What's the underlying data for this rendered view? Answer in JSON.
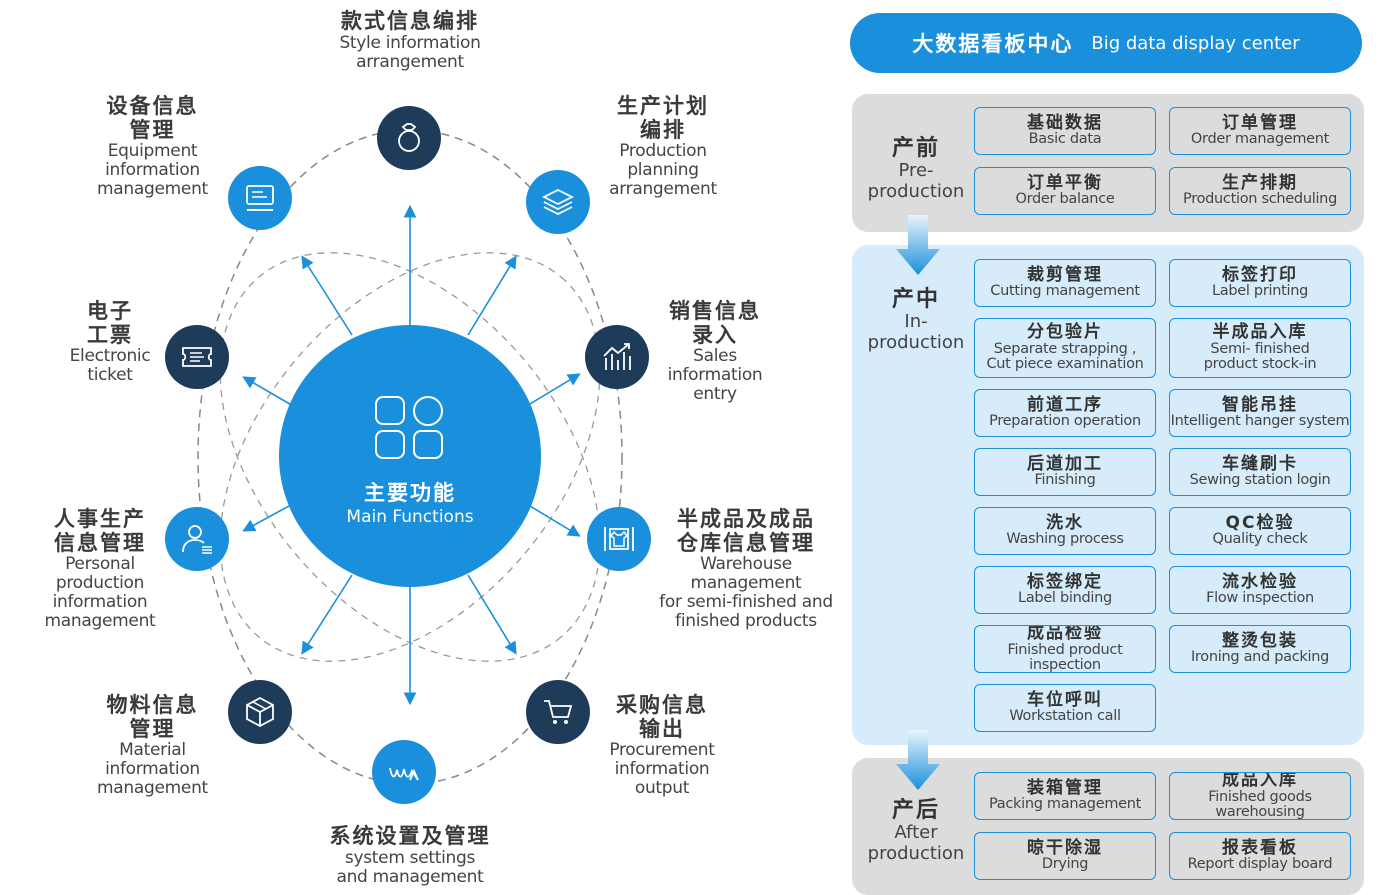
{
  "center": {
    "zh": "主要功能",
    "en": "Main Functions"
  },
  "nodes": [
    {
      "zh": "款式信息编排",
      "en": "Style information\narrangement"
    },
    {
      "zh": "生产计划\n编排",
      "en": "Production\nplanning\narrangement"
    },
    {
      "zh": "销售信息\n录入",
      "en": "Sales\ninformation\nentry"
    },
    {
      "zh": "半成品及成品\n仓库信息管理",
      "en": "Warehouse management\nfor semi-finished and\nfinished products"
    },
    {
      "zh": "采购信息\n输出",
      "en": "Procurement\ninformation\noutput"
    },
    {
      "zh": "系统设置及管理",
      "en": "system settings\nand management"
    },
    {
      "zh": "物料信息\n管理",
      "en": "Material\ninformation\nmanagement"
    },
    {
      "zh": "人事生产\n信息管理",
      "en": "Personal production\ninformation\nmanagement"
    },
    {
      "zh": "电子\n工票",
      "en": "Electronic\nticket"
    },
    {
      "zh": "设备信息\n管理",
      "en": "Equipment\ninformation\nmanagement"
    }
  ],
  "icons": [
    "ring-icon",
    "layers-icon",
    "chart-icon",
    "warehouse-icon",
    "cart-icon",
    "wave-icon",
    "cube-icon",
    "person-icon",
    "ticket-icon",
    "monitor-icon"
  ],
  "panel": {
    "header": {
      "zh": "大数据看板中心",
      "en": "Big data display center"
    },
    "stages": [
      {
        "zh": "产前",
        "en": "Pre-\nproduction",
        "items": [
          {
            "zh": "基础数据",
            "en": "Basic data"
          },
          {
            "zh": "订单管理",
            "en": "Order management"
          },
          {
            "zh": "订单平衡",
            "en": "Order balance"
          },
          {
            "zh": "生产排期",
            "en": "Production scheduling"
          }
        ]
      },
      {
        "zh": "产中",
        "en": "In-\nproduction",
        "items": [
          {
            "zh": "裁剪管理",
            "en": "Cutting management"
          },
          {
            "zh": "标签打印",
            "en": "Label printing"
          },
          {
            "zh": "分包验片",
            "en": "Separate strapping ,\nCut piece examination"
          },
          {
            "zh": "半成品入库",
            "en": "Semi- finished\nproduct stock-in"
          },
          {
            "zh": "前道工序",
            "en": "Preparation operation"
          },
          {
            "zh": "智能吊挂",
            "en": "Intelligent hanger system"
          },
          {
            "zh": "后道加工",
            "en": "Finishing"
          },
          {
            "zh": "车缝刷卡",
            "en": "Sewing station login"
          },
          {
            "zh": "洗水",
            "en": "Washing process"
          },
          {
            "zh": "QC检验",
            "en": "Quality check"
          },
          {
            "zh": "标签绑定",
            "en": "Label binding"
          },
          {
            "zh": "流水检验",
            "en": "Flow inspection"
          },
          {
            "zh": "成品检验",
            "en": "Finished product inspection"
          },
          {
            "zh": "整烫包装",
            "en": "Ironing and packing"
          },
          {
            "zh": "车位呼叫",
            "en": "Workstation call"
          }
        ]
      },
      {
        "zh": "产后",
        "en": "After\nproduction",
        "items": [
          {
            "zh": "装箱管理",
            "en": "Packing management"
          },
          {
            "zh": "成品入库",
            "en": "Finished goods warehousing"
          },
          {
            "zh": "晾干除湿",
            "en": "Drying"
          },
          {
            "zh": "报表看板",
            "en": "Report display board"
          }
        ]
      }
    ]
  },
  "colors": {
    "accent": "#1a8fdc",
    "dark": "#1f3b5a",
    "grey_panel": "#dcdcdc",
    "light_panel": "#d6ecfa"
  }
}
